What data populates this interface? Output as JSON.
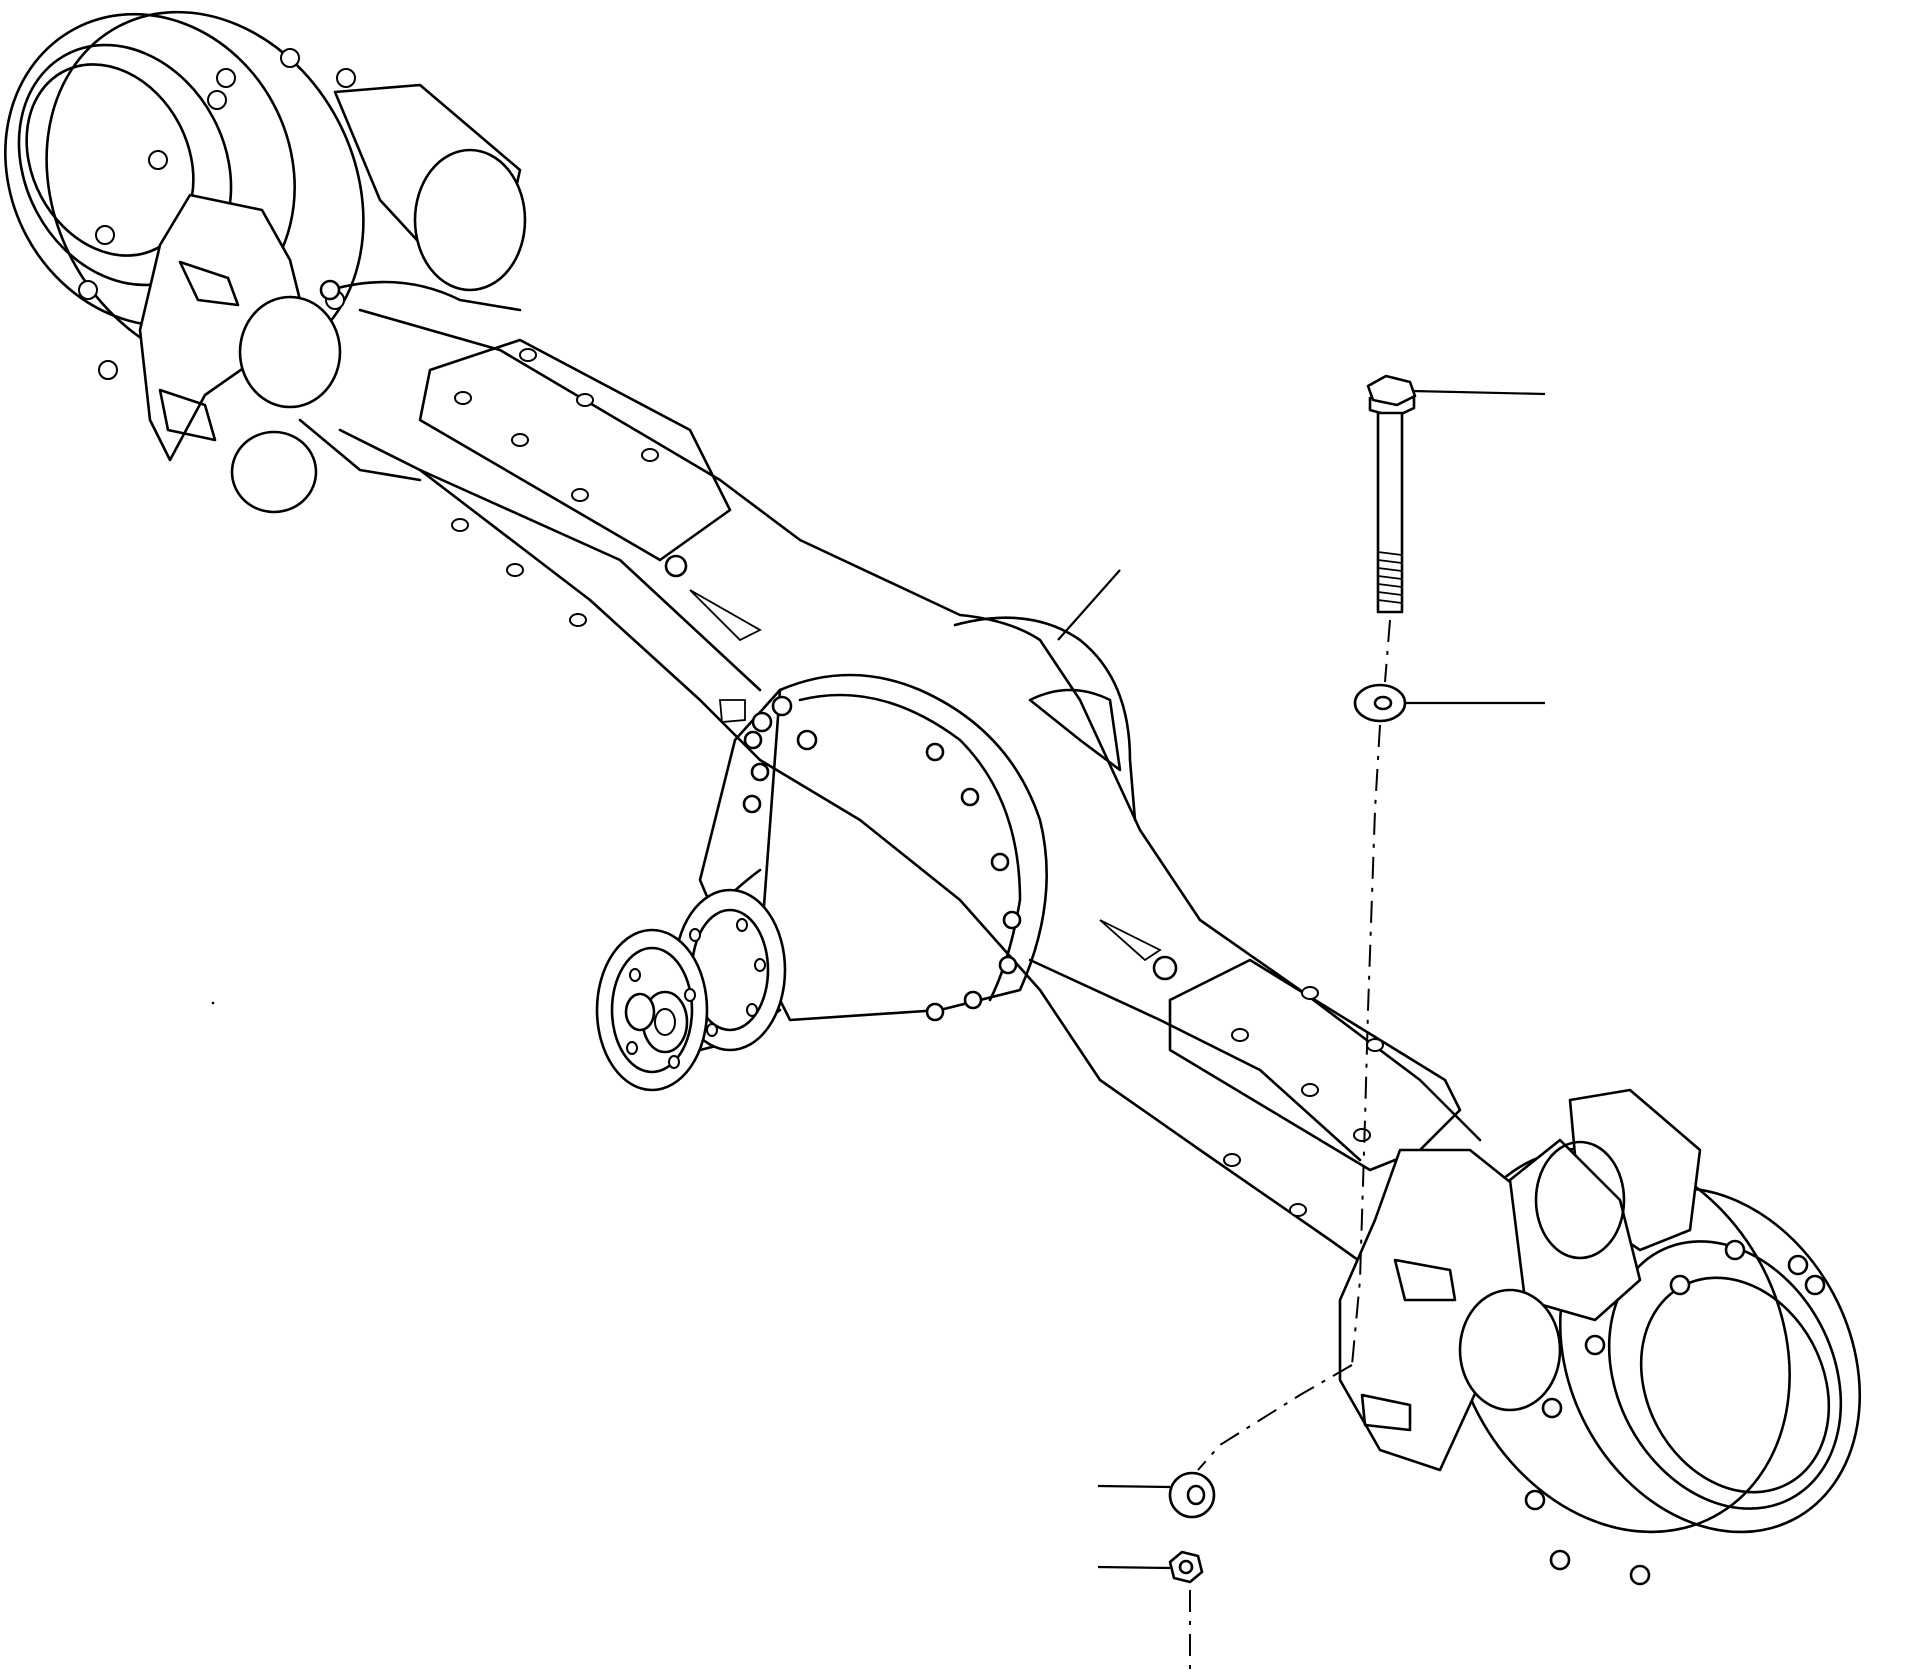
{
  "figure": {
    "subject": "axle-assembly-exploded-view",
    "hardware": [
      "bolt",
      "washer-upper",
      "washer-lower",
      "nut"
    ],
    "callout_labels": []
  }
}
